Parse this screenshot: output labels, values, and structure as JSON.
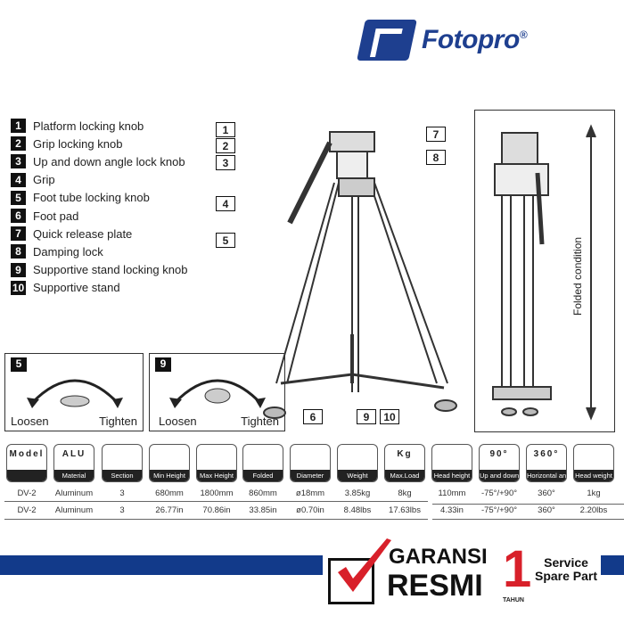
{
  "brand": {
    "name": "Fotopro",
    "mark": "®",
    "color": "#1e3f8f"
  },
  "legend": [
    {
      "n": "1",
      "label": "Platform locking knob"
    },
    {
      "n": "2",
      "label": "Grip locking knob"
    },
    {
      "n": "3",
      "label": "Up and down angle lock knob"
    },
    {
      "n": "4",
      "label": "Grip"
    },
    {
      "n": "5",
      "label": "Foot tube locking knob"
    },
    {
      "n": "6",
      "label": "Foot pad"
    },
    {
      "n": "7",
      "label": "Quick release plate"
    },
    {
      "n": "8",
      "label": "Damping lock"
    },
    {
      "n": "9",
      "label": "Supportive stand locking knob"
    },
    {
      "n": "10",
      "label": "Supportive stand"
    }
  ],
  "callouts": [
    "1",
    "2",
    "3",
    "4",
    "5",
    "7",
    "8",
    "6",
    "9",
    "10"
  ],
  "folded_label": "Folded condition",
  "details": [
    {
      "n": "5",
      "loosen": "Loosen",
      "tighten": "Tighten"
    },
    {
      "n": "9",
      "loosen": "Loosen",
      "tighten": "Tighten"
    }
  ],
  "specs": {
    "headers": [
      {
        "top": "Model",
        "cap": ""
      },
      {
        "top": "ALU",
        "cap": "Material"
      },
      {
        "top": "",
        "cap": "Section"
      },
      {
        "top": "",
        "cap": "Min Height"
      },
      {
        "top": "",
        "cap": "Max Height"
      },
      {
        "top": "",
        "cap": "Folded"
      },
      {
        "top": "",
        "cap": "Diameter"
      },
      {
        "top": "",
        "cap": "Weight"
      },
      {
        "top": "Kg",
        "cap": "Max.Load"
      },
      {
        "top": "",
        "cap": "Head height"
      },
      {
        "top": "90°",
        "cap": "Up and down angle"
      },
      {
        "top": "360°",
        "cap": "Horizontal angle"
      },
      {
        "top": "",
        "cap": "Head weight"
      }
    ],
    "rows": [
      [
        "DV-2",
        "Aluminum",
        "3",
        "680mm",
        "1800mm",
        "860mm",
        "ø18mm",
        "3.85kg",
        "8kg",
        "110mm",
        "-75°/+90°",
        "360°",
        "1kg"
      ],
      [
        "DV-2",
        "Aluminum",
        "3",
        "26.77in",
        "70.86in",
        "33.85in",
        "ø0.70in",
        "8.48lbs",
        "17.63lbs",
        "4.33in",
        "-75°/+90°",
        "360°",
        "2.20lbs"
      ]
    ]
  },
  "warranty": {
    "line1": "GARANSI",
    "line2": "RESMI",
    "years": "1",
    "unit": "TAHUN",
    "service1": "Service",
    "service2": "Spare Part",
    "band_color": "#123a8a",
    "accent": "#d8202a"
  }
}
